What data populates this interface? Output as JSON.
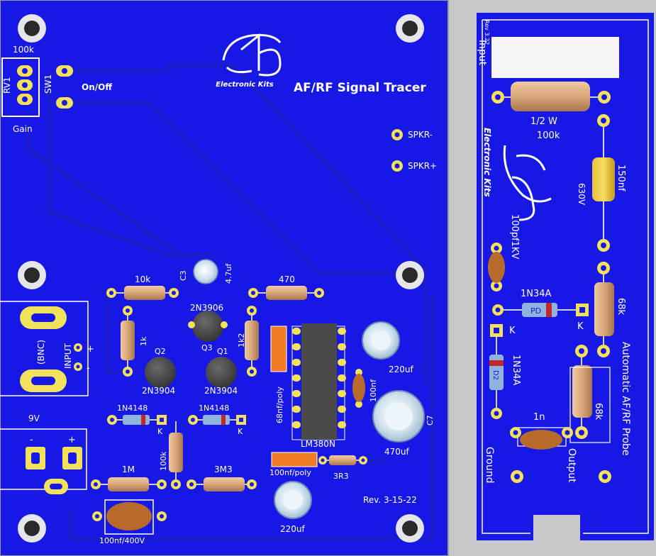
{
  "main_board": {
    "title": "AF/RF Signal Tracer",
    "brand": "Electronic Kits",
    "revision": "Rev. 3-15-22",
    "labels": {
      "pot_value": "100k",
      "pot_ref": "RV1",
      "switch_ref": "SW1",
      "switch_label": "On/Off",
      "gain": "Gain",
      "spkr_minus": "SPKR-",
      "spkr_plus": "SPKR+",
      "r_10k": "10k",
      "r_470": "470",
      "c3_ref": "C3",
      "c3_value": "4.7uf",
      "q3_type": "2N3906",
      "q3_ref": "Q3",
      "q1_ref": "Q1",
      "q2_ref": "Q2",
      "q2_type": "2N3904",
      "q1_type": "2N3904",
      "r_1k": "1k",
      "r_1k2": "1k2",
      "input": "INPUT",
      "bnc": "(BNC)",
      "plus": "+",
      "minus": "-",
      "c_68nf": "68nf/poly",
      "ic": "LM380N",
      "c_100nf_small": "100nf",
      "c_220uf_top": "220uf",
      "c7_ref": "C7",
      "c_470uf": "470uf",
      "d_1n4148_a": "1N4148",
      "d_1n4148_b": "1N4148",
      "k": "K",
      "r_100k": "100k",
      "c_100nf_poly": "100nf/poly",
      "r_3r3": "3R3",
      "battery": "9V",
      "r_1m": "1M",
      "r_3m3": "3M3",
      "c_220uf_bottom": "220uf",
      "c_100nf_400v": "100nf/400V"
    }
  },
  "probe_board": {
    "revision": "Rev 3.22",
    "input": "Input",
    "brand": "Electronic Kits",
    "r_rating": "1/2 W",
    "r_value": "100k",
    "c_value": "150nf",
    "c_rating": "630V",
    "c_100pf": "100pf1KV",
    "d1_type": "1N34A",
    "d1_ref": "PD",
    "k": "K",
    "r_68k_top": "68k",
    "title": "Automatic AF/RF Probe",
    "d2_type": "1N34A",
    "d2_ref": "D2",
    "c_1n": "1n",
    "r_68k_bottom": "68k",
    "ground": "Ground",
    "output": "Output"
  },
  "colors": {
    "board": "#1818e6",
    "board_trace": "#1c1ccd",
    "silkscreen": "#ffffff",
    "pad": "#f2e15a",
    "background": "#c8c8cc"
  }
}
